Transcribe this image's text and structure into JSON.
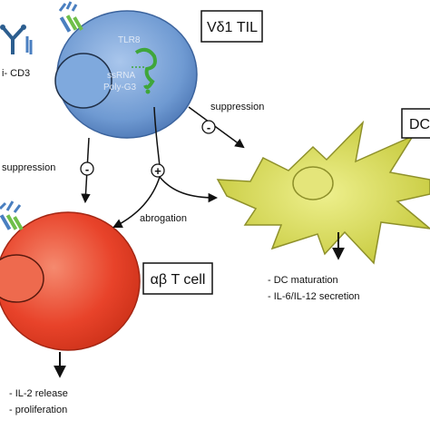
{
  "labels": {
    "anti_cd3": "i- CD3",
    "vd1_til": "Vδ1 TIL",
    "tlr8": "TLR8",
    "ssrna_line1": "ssRNA",
    "ssrna_line2": "Poly-G3",
    "dc": "DC",
    "ab_tcell": "αβ T cell"
  },
  "arrows": {
    "suppression_top": "suppression",
    "suppression_left": "suppression",
    "abrogation": "abrogation",
    "minus": "-",
    "plus": "+"
  },
  "outcomes": {
    "dc": [
      "- DC maturation",
      "- IL-6/IL-12 secretion"
    ],
    "tcell": [
      "- IL-2 release",
      "- proliferation"
    ]
  },
  "colors": {
    "til_cell": "#6f9ad2",
    "til_nucleus": "#7fa9dd",
    "dc_cell": "#d6d84a",
    "dc_nucleus": "#e4e57a",
    "tcell": "#e8432a",
    "receptor_green": "#6fbf4a",
    "receptor_blue": "#4a7fc0",
    "ssrna_green": "#3fa63a"
  }
}
